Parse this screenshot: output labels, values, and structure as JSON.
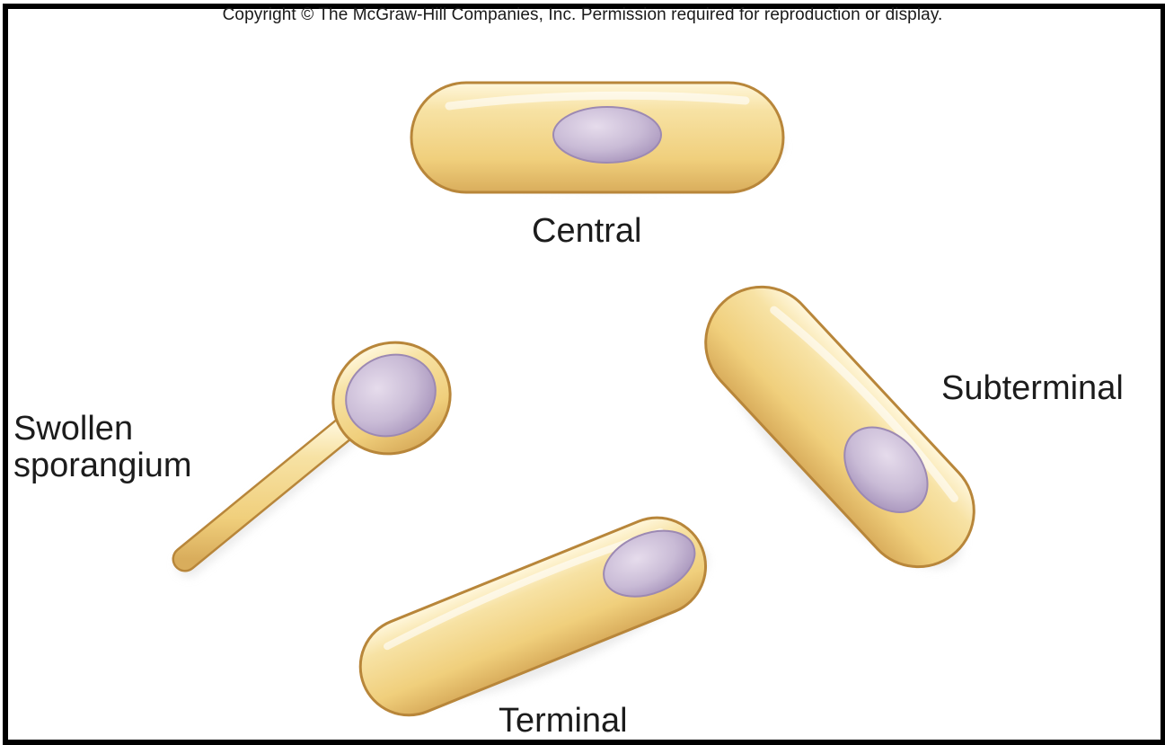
{
  "copyright": "Copyright © The McGraw-Hill Companies, Inc. Permission required for reproduction or display.",
  "labels": {
    "central": "Central",
    "subterminal": "Subterminal",
    "swollen": "Swollen\nsporangium",
    "terminal": "Terminal"
  },
  "colors": {
    "cell_fill": "#f3d58a",
    "cell_highlight": "#fff6d8",
    "cell_edge": "#b8863a",
    "spore_fill": "#cdbfd8",
    "spore_edge": "#9c89b3",
    "frame": "#000000"
  }
}
